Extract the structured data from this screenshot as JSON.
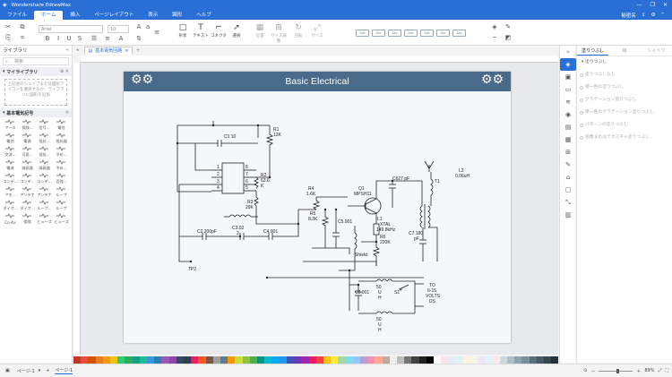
{
  "app": {
    "title": "Wondershare EdrawMax"
  },
  "menu": {
    "items": [
      "ファイル",
      "ホーム",
      "挿入",
      "ページレイアウト",
      "表示",
      "図形",
      "ヘルプ"
    ],
    "active": "ホーム",
    "user": "秘密名"
  },
  "ribbon": {
    "font": "Arial",
    "size": "10",
    "tools": [
      "形状",
      "テキスト",
      "コネクタ",
      "選択"
    ],
    "tools_dim": [
      "位置",
      "サイズ調整",
      "回転",
      "サイズ"
    ],
    "style_label": "Abc"
  },
  "library": {
    "title": "ライブラリ",
    "search_placeholder": "検索",
    "my_library": "マイライブラリ",
    "drop_hint": "上記会のシェイプまたは図形アイコンを選択するか、ライブラリに図形を追加",
    "section": "基本電気記号",
    "shapes": [
      "アース",
      "保険...",
      "信号...",
      "電信",
      "電池",
      "電源",
      "抵抗...",
      "抵抗器",
      "交流...",
      "可変...",
      "抵抗...",
      "予め...",
      "電流",
      "減衰器",
      "減衰器",
      "予め...",
      "コンデ...",
      "コンデ...",
      "コンデ...",
      "否強...",
      "アモ...",
      "アンテナ",
      "アンテナ",
      "ループ",
      "ダイオ...",
      "ダイオ...",
      "ループ...",
      "ループ",
      "Co-Ax",
      "保険",
      "ヒューズ",
      "ヒューズ"
    ]
  },
  "doc_tab": "基本電気回路",
  "diagram": {
    "title": "Basic Electrical",
    "labels": {
      "c1": "C1 10",
      "r1": "R1",
      "r1v": "12K",
      "r2": "R2",
      "r2v": "63.6",
      "r2u": "K",
      "r3": "R3",
      "r3v": "29K",
      "c2": "C2.200pF",
      "c3": "C3.02",
      "c3b": "2",
      "c4": "C4.001",
      "tp2": "TP2",
      "r4": "R4",
      "r4v": "1.6K",
      "r5": "R5",
      "r5v": "8.3K",
      "c5": "C5.001",
      "q1": "Q1",
      "q1v": "MPSH11",
      "c6": "C627 pF",
      "l1": "L1",
      "xtal": "XTAL",
      "xtalv": "149.8kHz",
      "r6": "R6",
      "r6v": "220K",
      "shield": "Shield",
      "l2": "L2",
      "l2v": "0.06uH",
      "t1": "T1",
      "c7": "C7.180",
      "c7b": "pF",
      "c8": "C8.001",
      "s1": "S1",
      "to": "TO",
      "to2": "6-15",
      "to3": "VOLTS",
      "to4": "DS",
      "coil": "50",
      "coil2": "U",
      "coil3": "H",
      "ic1": "1",
      "ic2": "2",
      "ic3": "3",
      "ic4": "4",
      "ic5": "5",
      "ic6": "6",
      "ic7": "7",
      "ic8": "8"
    }
  },
  "right_panel": {
    "tabs": [
      "塗りつぶし",
      "線",
      "シャドウ"
    ],
    "header": "塗りつぶし",
    "items": [
      "塗りつぶしなし",
      "単一色の塗りつぶし",
      "グラデーション塗りつぶし",
      "単一色のグラデーション塗りつぶし",
      "パターンの塗りつぶし",
      "画像またはテクスチャ塗りつぶし"
    ]
  },
  "palette": [
    "#c0392b",
    "#e74c3c",
    "#d35400",
    "#e67e22",
    "#f39c12",
    "#f1c40f",
    "#2ecc71",
    "#27ae60",
    "#16a085",
    "#1abc9c",
    "#3498db",
    "#2980b9",
    "#9b59b6",
    "#8e44ad",
    "#34495e",
    "#2c3e50",
    "#e91e63",
    "#ff5722",
    "#795548",
    "#9e9e9e",
    "#607d8b",
    "#ff9800",
    "#cddc39",
    "#8bc34a",
    "#4caf50",
    "#009688",
    "#00bcd4",
    "#03a9f4",
    "#2196f3",
    "#3f51b5",
    "#673ab7",
    "#9c27b0",
    "#e91e63",
    "#f44336",
    "#ffc107",
    "#ffeb3b",
    "#a5d6a7",
    "#80deea",
    "#90caf9",
    "#b39ddb",
    "#f48fb1",
    "#ffab91",
    "#bcaaa4",
    "#eeeeee",
    "#bdbdbd",
    "#757575",
    "#424242",
    "#212121",
    "#000000",
    "#ffffff",
    "#fce4ec",
    "#e8eaf6",
    "#e0f2f1",
    "#fff3e0",
    "#f1f8e9",
    "#ede7f6",
    "#e3f2fd",
    "#fbe9e7",
    "#cfd8dc",
    "#b0bec5",
    "#90a4ae",
    "#78909c",
    "#546e7a",
    "#455a64",
    "#37474f",
    "#263238"
  ],
  "status": {
    "page_selector": "ページ-1",
    "page_tab": "ページ-1",
    "zoom": "89%"
  }
}
